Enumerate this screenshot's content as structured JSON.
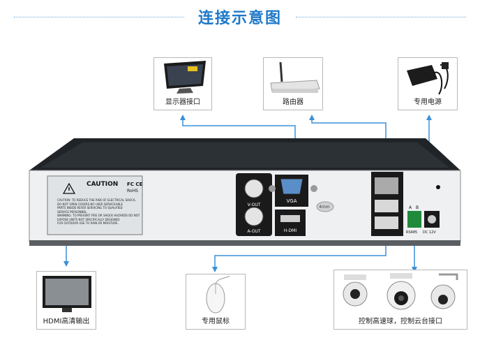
{
  "title": "连接示意图",
  "colors": {
    "accent": "#1e78c8",
    "connector": "#3a8fd8"
  },
  "devices": {
    "monitor_interface": "显示器接口",
    "router": "路由器",
    "power_supply": "专用电源",
    "hdmi_output": "HDMI高清输出",
    "mouse": "专用鼠标",
    "ptz_control": "控制高速球，控制云台接口"
  },
  "panel": {
    "caution_title": "CAUTION",
    "fc_mark": "FC CE",
    "rohs": "RoHS",
    "caution_lines": [
      "CAUTION: TO REDUCE THE RISK OF ELECTRICAL SHOCK,",
      "DO NOT OPEN COVERS NO USER SERVICEABLE",
      "PARTS INSIDE REFER SERVICING TO QUALIFIED",
      "SERVICE PERSONNEL.",
      "WARNING: TO PREVENT FIRE OR SHOCK HAZARDS DO NOT",
      "EXPOSE UNITS NOT SPECIFICALLY DESIGNED",
      "FOR OUTDOOR USE TO RAIN OR MOISTURE."
    ],
    "v_out": "V-OUT",
    "a_out": "A-OUT",
    "vga": "VGA",
    "hdmi": "H-DMI",
    "rs485": "RS485",
    "rs485_a": "A",
    "rs485_b": "B",
    "dc": "DC 12V",
    "screw_label": "4mm"
  }
}
